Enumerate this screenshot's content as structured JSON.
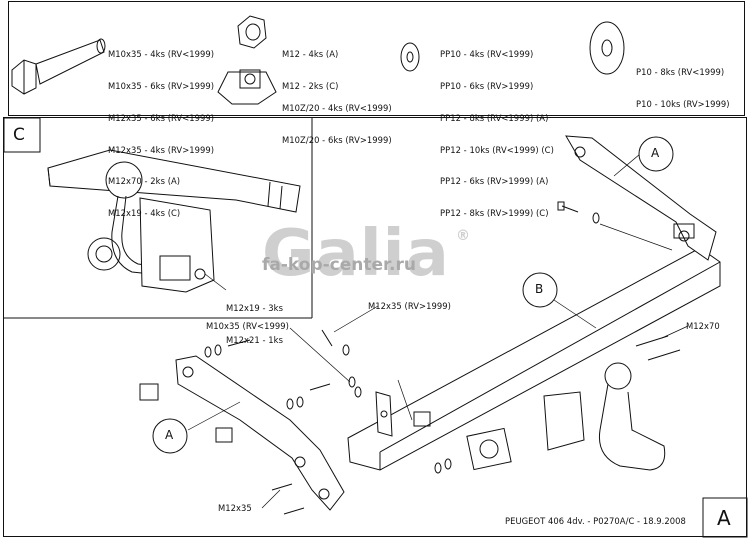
{
  "hardware": {
    "bolts": [
      "M10x35 - 4ks (RV<1999)",
      "M10x35 - 6ks (RV>1999)",
      "M12x35 - 6ks (RV<1999)",
      "M12x35 - 4ks (RV>1999)",
      "M12x70 - 2ks (A)",
      "M12x19 - 4ks (C)"
    ],
    "nuts": [
      "M12 - 4ks (A)",
      "M12 - 2ks (C)"
    ],
    "cage_nuts": [
      "M10Z/20 - 4ks (RV<1999)",
      "M10Z/20 - 6ks (RV>1999)"
    ],
    "washers": [
      "PP10 - 4ks (RV<1999)",
      "PP10 - 6ks (RV>1999)",
      "PP12 - 8ks (RV<1999) (A)",
      "PP12 - 10ks (RV<1999) (C)",
      "PP12 - 6ks (RV>1999) (A)",
      "PP12 - 8ks (RV>1999) (C)"
    ],
    "big_washers": [
      "P10 - 8ks (RV<1999)",
      "P10 - 10ks (RV>1999)"
    ]
  },
  "detail_c": {
    "label": "C",
    "bolt_lines": [
      "M12x19 - 3ks",
      "M12x21 - 1ks"
    ]
  },
  "watermark": {
    "logo": "Galia",
    "registered": "®",
    "site": "fa-kop-center.ru"
  },
  "callouts": {
    "a_top": "A",
    "b": "B",
    "a_left": "A",
    "m12x35_top": "M12x35 (RV>1999)",
    "m10x35": "M10x35 (RV<1999)",
    "m12x70": "M12x70",
    "m12x35_bottom": "M12x35"
  },
  "footer": {
    "info": "PEUGEOT 406 4dv. - P0270A/C - 18.9.2008",
    "sheet_label": "A"
  }
}
